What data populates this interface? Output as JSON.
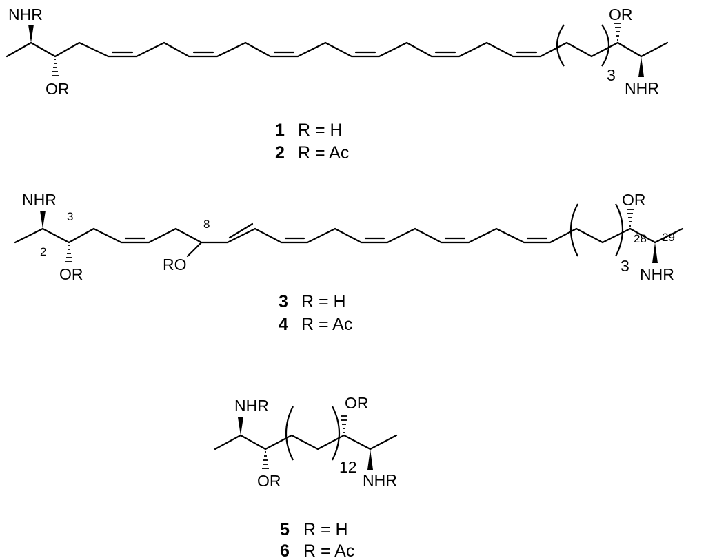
{
  "labels": {
    "nhr": "NHR",
    "or": "OR",
    "ro": "RO"
  },
  "repeats": {
    "n1": "3",
    "n3": "3",
    "n5": "12"
  },
  "locants": {
    "c2": "2",
    "c3": "3",
    "c8": "8",
    "c28": "28",
    "c29": "29"
  },
  "captions": [
    {
      "number": "1",
      "text": "R = H"
    },
    {
      "number": "2",
      "text": "R = Ac"
    },
    {
      "number": "3",
      "text": "R = H"
    },
    {
      "number": "4",
      "text": "R = Ac"
    },
    {
      "number": "5",
      "text": "R = H"
    },
    {
      "number": "6",
      "text": "R = Ac"
    }
  ]
}
